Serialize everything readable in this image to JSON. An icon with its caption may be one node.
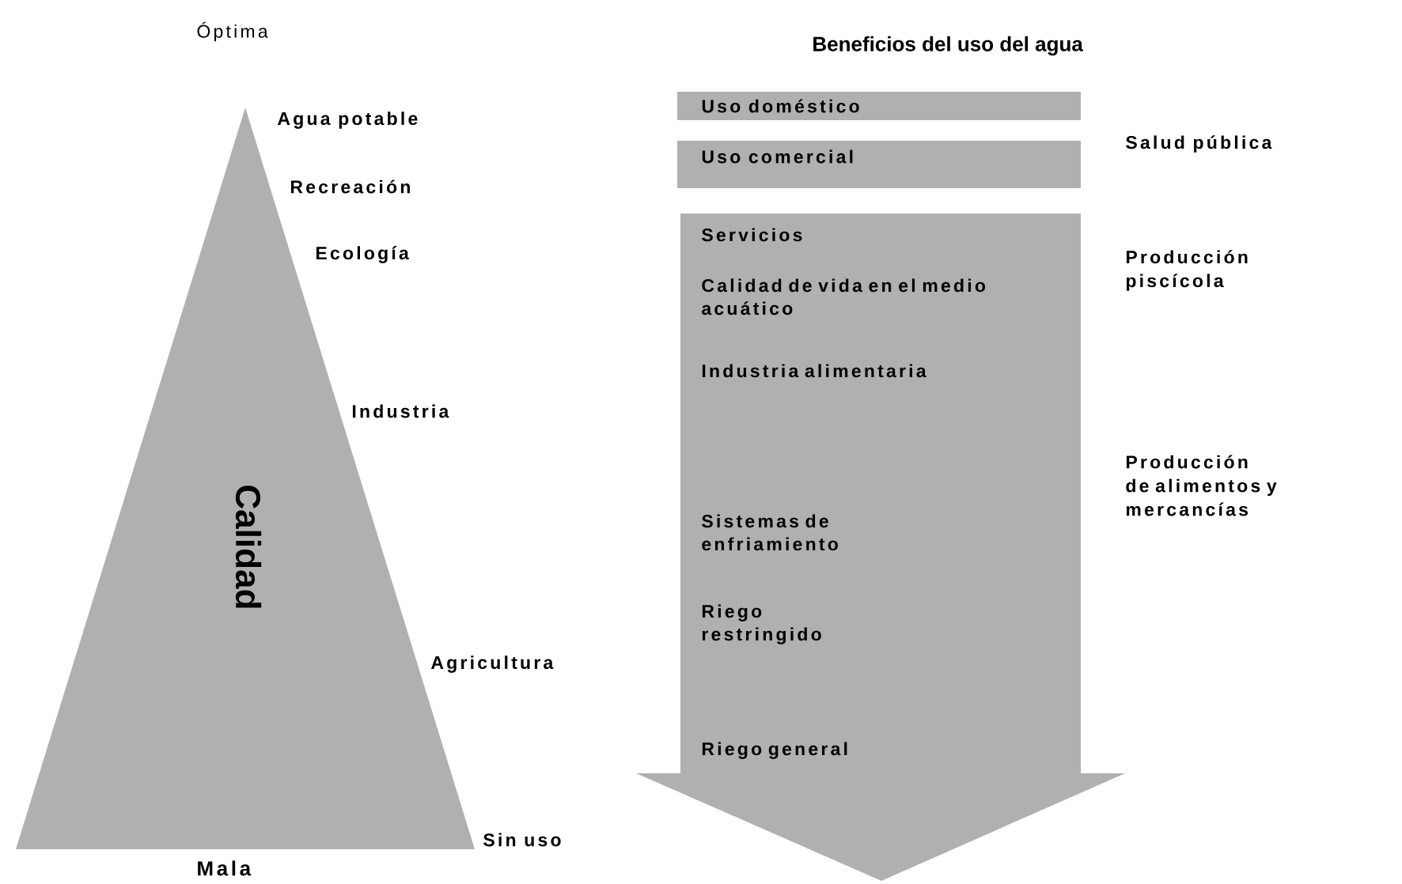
{
  "diagram": {
    "title": "Beneficios del uso del agua",
    "nodes": [
      {
        "text": [
          "Calidad"
        ]
      },
      {
        "text": [
          "Uso doméstico"
        ]
      },
      {
        "text": [
          "Uso comercial"
        ]
      },
      {
        "text": [
          "Servicios",
          "Calidad de vida en el medio acuático",
          "Industria alimentaria",
          "Sistemas de enfriamiento",
          "Riego restringido",
          "Riego general"
        ]
      }
    ],
    "labels": [
      "Óptima",
      "Agua potable",
      "Recreación",
      "Ecología",
      "Industria",
      "Agricultura",
      "Sin uso",
      "Mala",
      "Salud pública",
      "Producción piscícola",
      "Producción de alimentos y mercancías"
    ]
  }
}
